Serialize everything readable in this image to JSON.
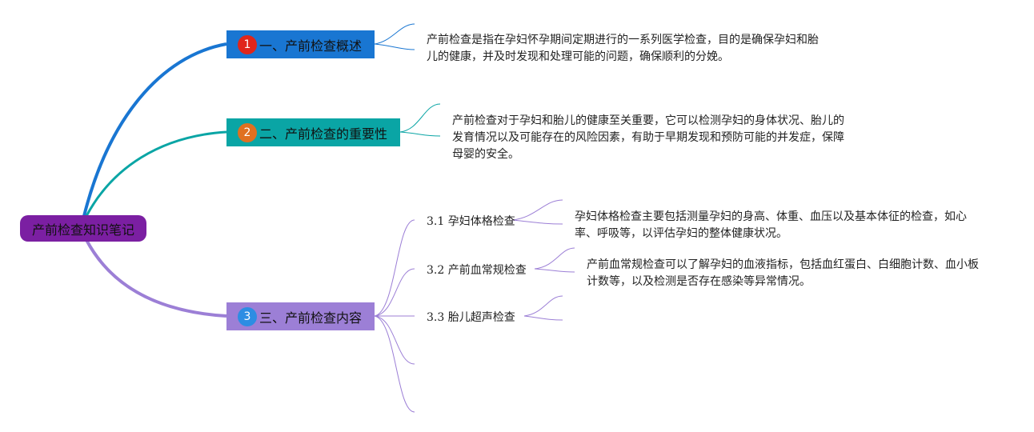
{
  "root": {
    "label": "产前检查知识笔记"
  },
  "branches": [
    {
      "number": "1",
      "label": "一、产前检查概述",
      "note": "产前检查是指在孕妇怀孕期间定期进行的一系列医学检查，目的是确保孕妇和胎儿的健康，并及时发现和处理可能的问题，确保顺利的分娩。"
    },
    {
      "number": "2",
      "label": "二、产前检查的重要性",
      "note": "产前检查对于孕妇和胎儿的健康至关重要，它可以检测孕妇的身体状况、胎儿的发育情况以及可能存在的风险因素，有助于早期发现和预防可能的并发症，保障母婴的安全。"
    },
    {
      "number": "3",
      "label": "三、产前检查内容",
      "children": [
        {
          "label": "3.1 孕妇体格检查",
          "note": "孕妇体格检查主要包括测量孕妇的身高、体重、血压以及基本体征的检查，如心率、呼吸等，以评估孕妇的整体健康状况。"
        },
        {
          "label": "3.2 产前血常规检查",
          "note": "产前血常规检查可以了解孕妇的血液指标，包括血红蛋白、白细胞计数、血小板计数等，以及检测是否存在感染等异常情况。"
        },
        {
          "label": "3.3 胎儿超声检查",
          "note": ""
        }
      ]
    }
  ],
  "colors": {
    "root": "#7b1fa2",
    "branch1": "#1976d2",
    "branch2": "#0aa5a5",
    "branch3": "#9c7fd6"
  }
}
